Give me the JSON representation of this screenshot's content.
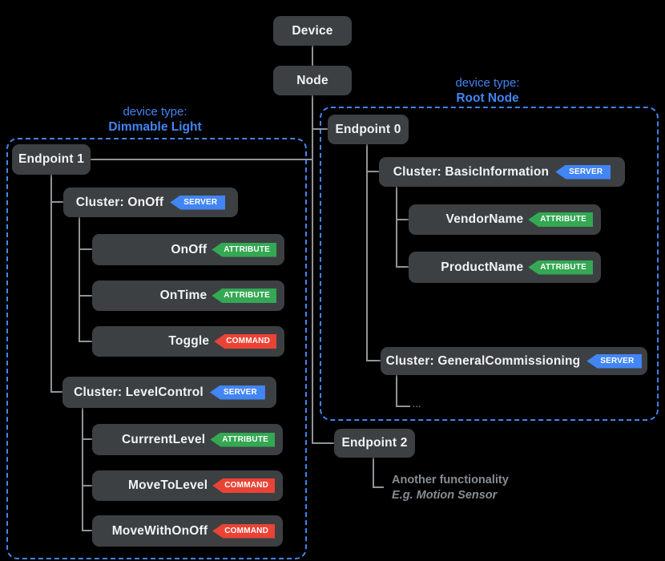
{
  "colors": {
    "accent_blue": "#4285f4",
    "badge_server_blue": "#4285f4",
    "badge_attribute_green": "#34a853",
    "badge_command_red": "#ea4335",
    "box_fill": "#3c4043",
    "connector_gray": "#909499",
    "annotation_gray": "#878d94",
    "background": "#000000"
  },
  "groups": {
    "dimmable_light": {
      "caption": "device type:",
      "name": "Dimmable Light"
    },
    "root_node": {
      "caption": "device type:",
      "name": "Root Node"
    }
  },
  "nodes": {
    "device": {
      "label": "Device"
    },
    "node": {
      "label": "Node"
    },
    "endpoint1": {
      "label": "Endpoint 1"
    },
    "endpoint0": {
      "label": "Endpoint 0"
    },
    "endpoint2": {
      "label": "Endpoint 2"
    },
    "cluster_onoff": {
      "label": "Cluster: OnOff",
      "badge": "SERVER"
    },
    "attr_onoff": {
      "label": "OnOff",
      "badge": "ATTRIBUTE"
    },
    "attr_ontime": {
      "label": "OnTime",
      "badge": "ATTRIBUTE"
    },
    "cmd_toggle": {
      "label": "Toggle",
      "badge": "COMMAND"
    },
    "cluster_levelcontrol": {
      "label": "Cluster: LevelControl",
      "badge": "SERVER"
    },
    "attr_currrentlevel": {
      "label": "CurrrentLevel",
      "badge": "ATTRIBUTE"
    },
    "cmd_movetolevel": {
      "label": "MoveToLevel",
      "badge": "COMMAND"
    },
    "cmd_movewithonoff": {
      "label": "MoveWithOnOff",
      "badge": "COMMAND"
    },
    "cluster_basicinformation": {
      "label": "Cluster: BasicInformation",
      "badge": "SERVER"
    },
    "attr_vendorname": {
      "label": "VendorName",
      "badge": "ATTRIBUTE"
    },
    "attr_productname": {
      "label": "ProductName",
      "badge": "ATTRIBUTE"
    },
    "cluster_generalcommissioning": {
      "label": "Cluster: GeneralCommissioning",
      "badge": "SERVER"
    },
    "ellipsis": "..."
  },
  "annotations": {
    "endpoint2_note_line1": "Another functionality",
    "endpoint2_note_line2": "E.g. Motion Sensor"
  }
}
